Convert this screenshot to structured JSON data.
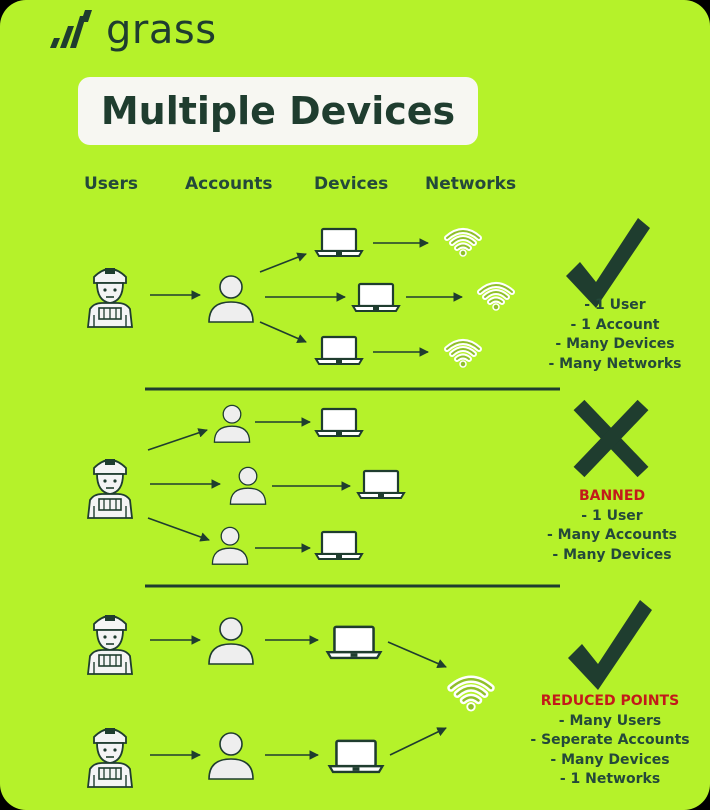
{
  "brand": {
    "name": "grass",
    "icon": "grass-logo-icon"
  },
  "title": "Multiple Devices",
  "columns": [
    "Users",
    "Accounts",
    "Devices",
    "Networks"
  ],
  "sections": [
    {
      "verdict_icon": "checkmark-icon",
      "status": "",
      "lines": [
        "- 1 User",
        "- 1 Account",
        "- Many Devices",
        "- Many Networks"
      ]
    },
    {
      "verdict_icon": "cross-icon",
      "status": "BANNED",
      "lines": [
        "- 1 User",
        "- Many Accounts",
        "- Many Devices"
      ]
    },
    {
      "verdict_icon": "checkmark-icon",
      "status": "REDUCED POINTS",
      "lines": [
        "- Many Users",
        "- Seperate Accounts",
        "- Many Devices",
        "- 1 Networks"
      ]
    }
  ],
  "colors": {
    "background": "#b5f22a",
    "title_box": "#f7f7f2",
    "dark_green": "#1f3d2f",
    "status_red": "#c21a1a",
    "wifi_green": "#8fbf2a"
  }
}
